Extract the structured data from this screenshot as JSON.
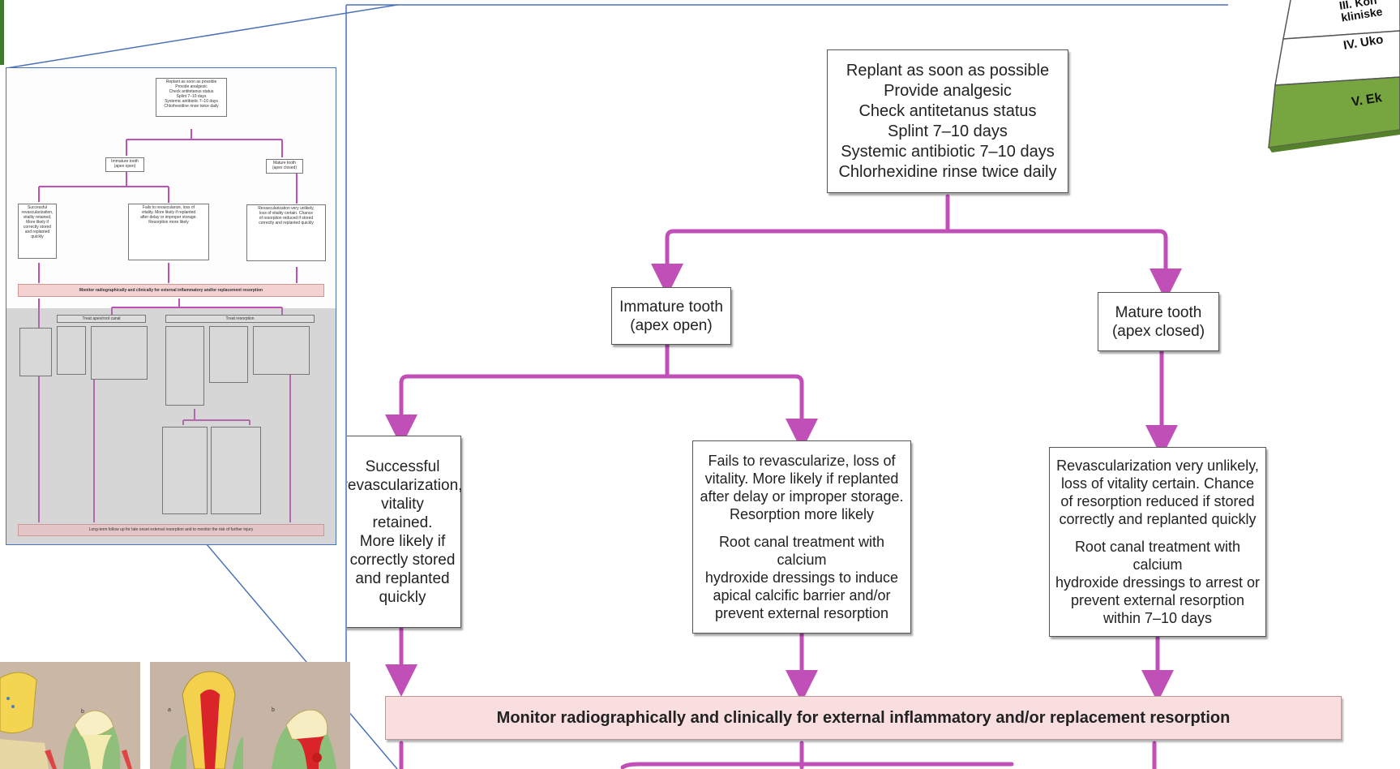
{
  "flowchart": {
    "initial": [
      "Replant as soon as possible",
      "Provide analgesic",
      "Check antitetanus status",
      "Splint 7–10 days",
      "Systemic antibiotic 7–10 days",
      "Chlorhexidine rinse twice daily"
    ],
    "immature": [
      "Immature tooth",
      "(apex open)"
    ],
    "mature": [
      "Mature tooth",
      "(apex closed)"
    ],
    "successful": [
      "Successful",
      "revascularization,",
      "vitality retained.",
      "More likely if",
      "correctly stored",
      "and replanted",
      "quickly"
    ],
    "fails": [
      "Fails to revascularize, loss of",
      "vitality. More likely if replanted",
      "after delay or improper storage.",
      "Resorption more likely"
    ],
    "fails_treatment": [
      "Root canal treatment with calcium",
      "hydroxide dressings to induce",
      "apical calcific barrier and/or",
      "prevent external resorption"
    ],
    "revasc": [
      "Revascularization very unlikely,",
      "loss of vitality certain. Chance",
      "of resorption reduced if stored",
      "correctly and replanted quickly"
    ],
    "revasc_treatment": [
      "Root canal treatment with calcium",
      "hydroxide dressings to arrest or",
      "prevent external resorption",
      "within 7–10 days"
    ],
    "monitor": "Monitor radiographically and clinically for external inflammatory and/or replacement resorption"
  },
  "thumbnail": {
    "treat_apex": "Treat apex/root canal",
    "treat_resorption": "Treat resorption",
    "follow_up": "Long-term follow up for late onset external resorption and to monitor the risk of further injury"
  },
  "pyramid": {
    "level3": "III. Kon",
    "level3b": "kliniske",
    "level4": "IV. Uko",
    "level5": "V. Ek"
  },
  "photos": {
    "label_a": "a",
    "label_b": "b"
  },
  "colors": {
    "arrow": "#c04fb8",
    "frame": "#4a72b8",
    "pyramid_green": "#77a640",
    "monitor_band": "#f8dede"
  }
}
